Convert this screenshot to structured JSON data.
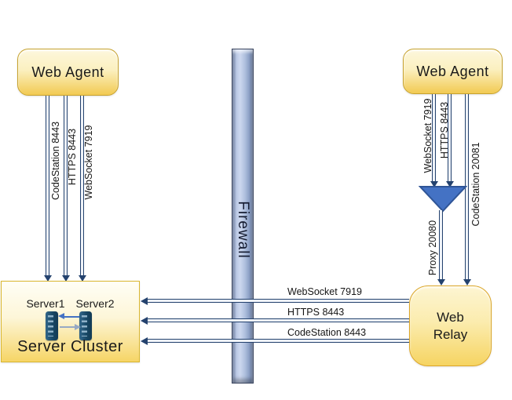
{
  "nodes": {
    "web_agent_left": "Web Agent",
    "web_agent_right": "Web Agent",
    "firewall": "Firewall",
    "server1": "Server1",
    "server2": "Server2",
    "server_cluster": "Server Cluster",
    "web_relay_lines": [
      "Web",
      "Relay"
    ]
  },
  "edges": {
    "left": [
      "CodeStation 8443",
      "HTTPS 8443",
      "WebSocket 7919"
    ],
    "right": [
      "WebSocket 7919",
      "HTTPS 8443",
      "CodeStation 20081"
    ],
    "proxy": "Proxy 20080",
    "relay_to_cluster": [
      "WebSocket 7919",
      "HTTPS 8443",
      "CodeStation 8443"
    ]
  },
  "colors": {
    "boxTop": "#fdf7dd",
    "boxBottom": "#f2ca52",
    "boxBorder": "#c7a22e",
    "relayBorder": "#dca627",
    "lineDark": "#24426e",
    "lineCore": "#eef2f8",
    "funnelFill": "#4472c4",
    "funnelEdge": "#2f5597",
    "firewallBorder": "#3a455f",
    "serverSlot": "#8fb2c9",
    "miniArrowBlue": "#4472c4",
    "miniArrowGray": "#97a9c4"
  }
}
